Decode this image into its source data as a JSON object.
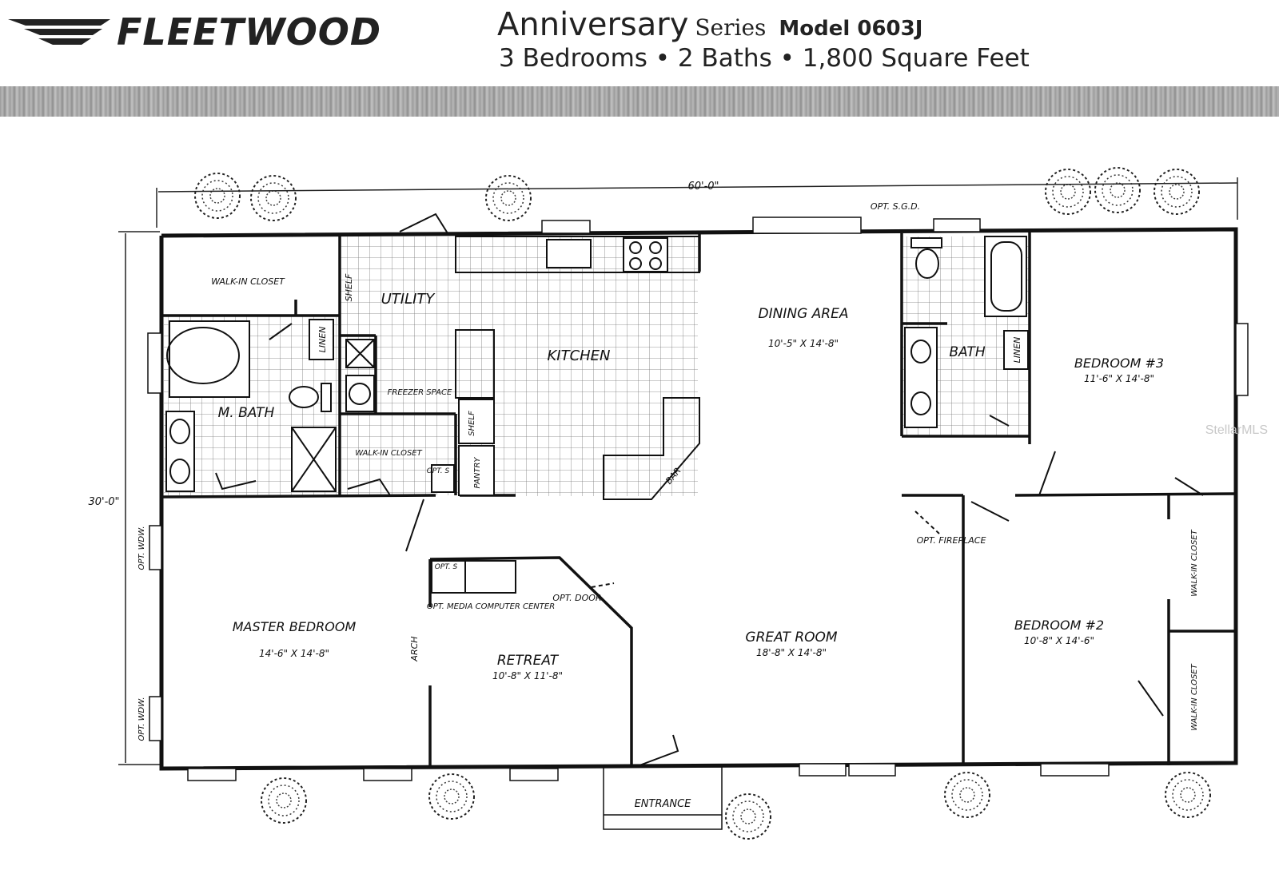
{
  "header": {
    "brand": "FLEETWOOD",
    "series_name": "Anniversary",
    "series_word": "Series",
    "model": "Model 0603J",
    "specs": "3 Bedrooms • 2 Baths • 1,800 Square Feet"
  },
  "dimensions": {
    "width": "60'-0\"",
    "depth": "30'-0\""
  },
  "rooms": {
    "walk_in_closet_1": "WALK-IN CLOSET",
    "linen_1": "LINEN",
    "m_bath": "M. BATH",
    "shelf_1": "SHELF",
    "utility": "UTILITY",
    "freezer_space": "FREEZER SPACE",
    "walk_in_closet_2": "WALK-IN CLOSET",
    "opt_s_1": "OPT. S",
    "kitchen": "KITCHEN",
    "shelf_2": "SHELF",
    "pantry": "PANTRY",
    "bar": "BAR",
    "dining_area": "DINING AREA",
    "dining_dims": "10'-5\" X 14'-8\"",
    "opt_sgd": "OPT. S.G.D.",
    "bath": "BATH",
    "linen_2": "LINEN",
    "bedroom3": "BEDROOM #3",
    "bedroom3_dims": "11'-6\" X 14'-8\"",
    "opt_fireplace": "OPT. FIREPLACE",
    "opt_wdw_1": "OPT. WDW.",
    "opt_wdw_2": "OPT. WDW.",
    "master_bedroom": "MASTER BEDROOM",
    "master_dims": "14'-6\" X 14'-8\"",
    "opt_s_2": "OPT. S",
    "opt_media": "OPT. MEDIA COMPUTER CENTER",
    "opt_door": "OPT. DOOR",
    "arch": "ARCH",
    "retreat": "RETREAT",
    "retreat_dims": "10'-8\" X 11'-8\"",
    "great_room": "GREAT ROOM",
    "great_room_dims": "18'-8\" X 14'-8\"",
    "bedroom2": "BEDROOM #2",
    "bedroom2_dims": "10'-8\" X 14'-6\"",
    "walk_in_closet_3": "WALK-IN CLOSET",
    "walk_in_closet_4": "WALK-IN CLOSET",
    "entrance": "ENTRANCE"
  },
  "watermark": "StellarMLS"
}
